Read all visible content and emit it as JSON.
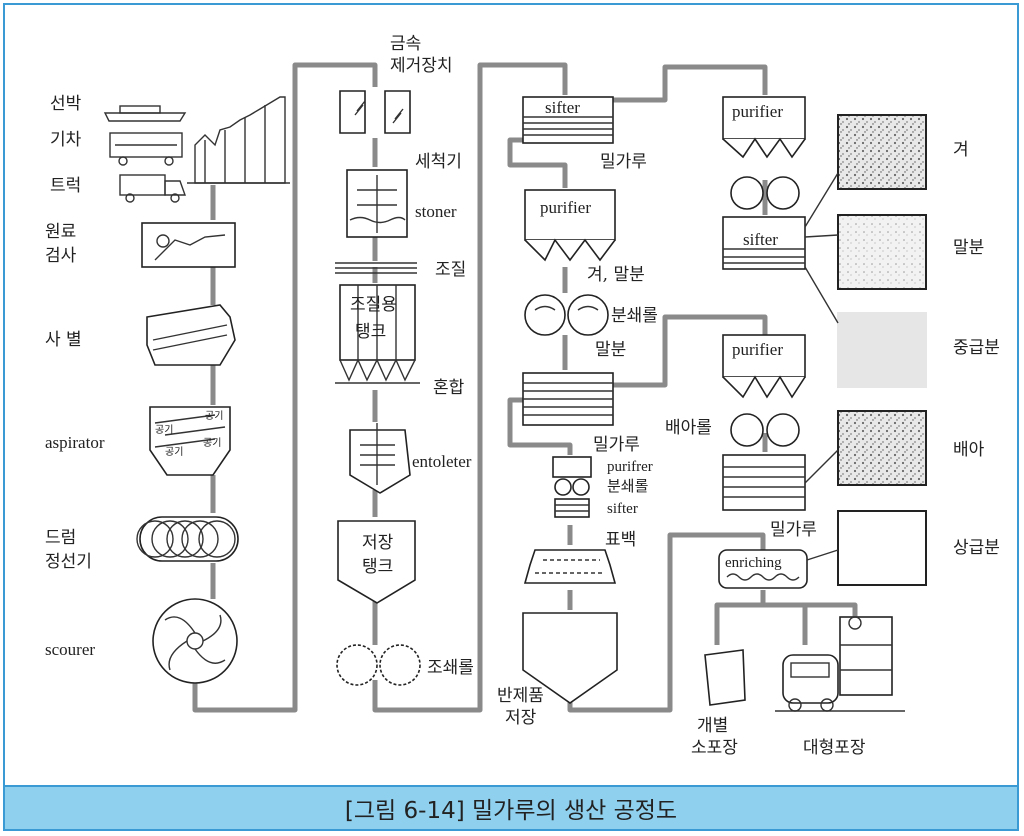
{
  "caption": {
    "figure_number": "[그림 6-14]",
    "title": "밀가루의 생산 공정도"
  },
  "receiving": {
    "ship": "선박",
    "train": "기차",
    "truck": "트럭"
  },
  "col1": {
    "inspection": "원료",
    "inspection2": "검사",
    "sifting": "사  별",
    "aspirator": "aspirator",
    "air1": "공기",
    "air2": "공기",
    "air3": "공기",
    "air4": "공기",
    "drum1": "드럼",
    "drum2": "정선기",
    "scourer": "scourer"
  },
  "col2": {
    "metal1": "금속",
    "metal2": "제거장치",
    "washer": "세척기",
    "stoner": "stoner",
    "conditioning": "조질",
    "tank1": "조질용",
    "tank2": "탱크",
    "mixing": "혼합",
    "entoleter": "entoleter",
    "storage1": "저장",
    "storage2": "탱크",
    "break_roll": "조쇄롤"
  },
  "col3": {
    "sifter": "sifter",
    "flour1": "밀가루",
    "purifier": "purifier",
    "bran_shorts": "겨, 말분",
    "reduction_roll": "분쇄롤",
    "shorts": "말분",
    "flour2": "밀가루",
    "purifrer": "purifrer",
    "reduction_roll2": "분쇄롤",
    "sifter2": "sifter",
    "bleaching": "표백",
    "semi1": "반제품",
    "semi2": "저장"
  },
  "col4": {
    "purifier_top": "purifier",
    "sifter": "sifter",
    "purifier_mid": "purifier",
    "germ_roll": "배아롤",
    "flour": "밀가루",
    "enriching": "enriching",
    "small_pack1": "개별",
    "small_pack2": "소포장",
    "bulk_pack": "대형포장"
  },
  "products": [
    "겨",
    "말분",
    "중급분",
    "배아",
    "상급분"
  ]
}
